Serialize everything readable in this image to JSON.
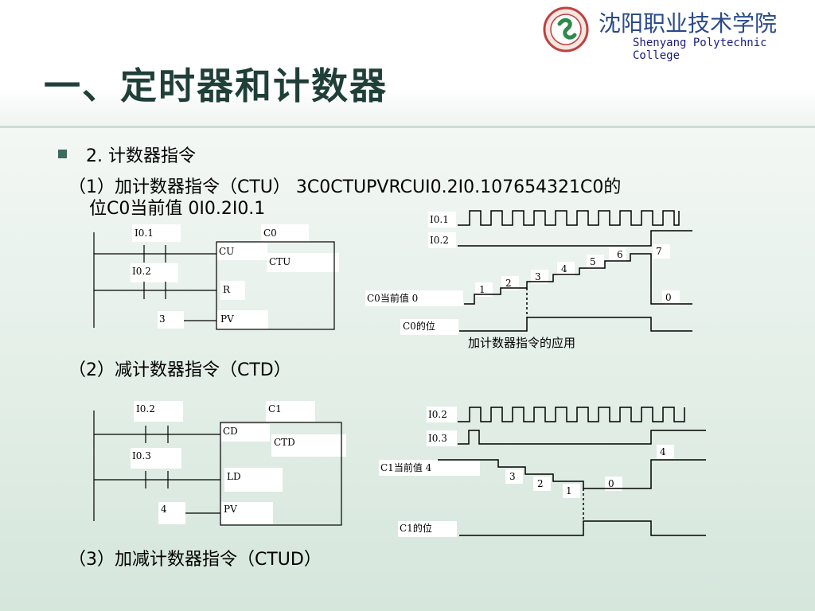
{
  "header": {
    "title": "一、定时器和计数器",
    "college_cn": "沈阳职业技术学院",
    "college_en": "Shenyang Polytechnic College"
  },
  "body": {
    "item2": "2.  计数器指令",
    "line1": "（1）加计数器指令（CTU）   3C0CTUPVRCUI0.2I0.107654321C0的",
    "line2": "位C0当前值  0I0.2I0.1",
    "line3": "（2）减计数器指令（CTD）",
    "line4": "（3）加减计数器指令（CTUD）"
  },
  "ctu": {
    "in1": "I0.1",
    "name": "C0",
    "cu": "CU",
    "type": "CTU",
    "in2": "I0.2",
    "r": "R",
    "pv_val": "3",
    "pv": "PV",
    "t_in1": "I0.1",
    "t_in2": "I0.2",
    "t_cur": "C0当前值  0",
    "t_bit": "C0的位",
    "counts": [
      "1",
      "2",
      "3",
      "4",
      "5",
      "6",
      "7"
    ],
    "zero": "0",
    "caption": "加计数器指令的应用"
  },
  "ctd": {
    "in1": "I0.2",
    "name": "C1",
    "cd": "CD",
    "type": "CTD",
    "in2": "I0.3",
    "ld": "LD",
    "pv_val": "4",
    "pv": "PV",
    "t_in1": "I0.2",
    "t_in2": "I0.3",
    "t_cur": "C1当前值  4",
    "t_bit": "C1的位",
    "counts": [
      "3",
      "2",
      "1"
    ],
    "zero": "0",
    "four": "4"
  },
  "colors": {
    "title": "#1f3f38",
    "bullet": "#3e6a5d",
    "college": "#2a4a8a"
  }
}
